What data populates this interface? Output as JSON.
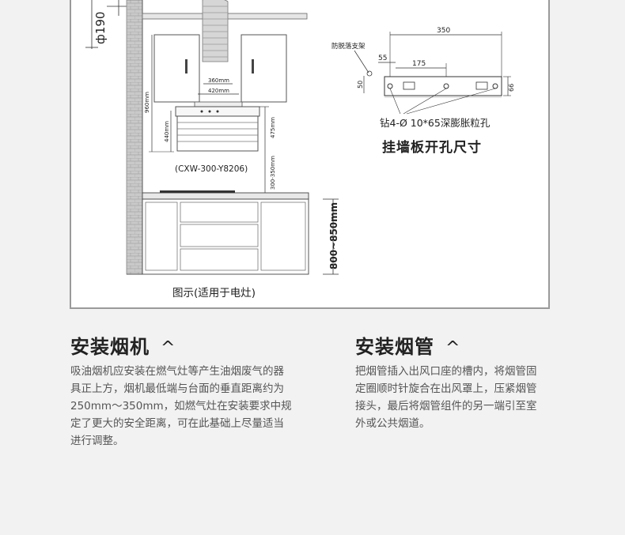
{
  "diagram": {
    "pipe_diameter": "ф190",
    "dim_360": "360mm",
    "dim_420": "420mm",
    "dim_960": "960mm",
    "dim_440": "440mm",
    "dim_475": "475mm",
    "dim_300_350": "300-350mm",
    "model": "(CXW-300-Y8206)",
    "dim_800_850": "800~850mm",
    "caption": "图示(适用于电灶)",
    "bracket_label": "防脱落支架",
    "dim_350": "350",
    "dim_55": "55",
    "dim_175": "175",
    "dim_50": "50",
    "dim_66": "66",
    "drill_note": "钻4-Ø 10*65深膨胀粒孔",
    "plate_title": "挂墙板开孔尺寸"
  },
  "sections": {
    "install_hood": {
      "title": "安装烟机",
      "caret": "^",
      "body": "吸油烟机应安装在燃气灶等产生油烟废气的器\n具正上方，烟机最低端与台面的垂直距离约为\n250mm～350mm，如燃气灶在安装要求中规\n定了更大的安全距离，可在此基础上尽量适当\n进行调整。"
    },
    "install_pipe": {
      "title": "安装烟管",
      "caret": "^",
      "body": "把烟管插入出风口座的槽内，将烟管固\n定圈顺时针旋合在出风罩上，压紧烟管\n接头，最后将烟管组件的另一端引至室\n外或公共烟道。"
    }
  }
}
